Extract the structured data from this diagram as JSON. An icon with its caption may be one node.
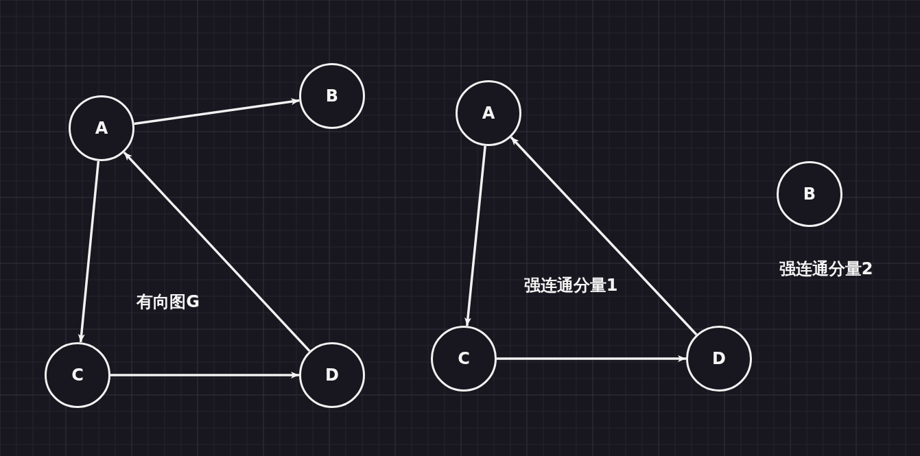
{
  "diagram": {
    "nodes": [
      {
        "text": [
          "A"
        ]
      },
      {
        "text": [
          "B"
        ]
      },
      {
        "text": [
          "C"
        ]
      },
      {
        "text": [
          "D"
        ]
      },
      {
        "text": [
          "A"
        ]
      },
      {
        "text": [
          "C"
        ]
      },
      {
        "text": [
          "D"
        ]
      },
      {
        "text": [
          "B"
        ]
      }
    ],
    "edges": [
      {
        "from": 0,
        "to": 1,
        "arrow": "to"
      },
      {
        "from": 0,
        "to": 2,
        "arrow": "to"
      },
      {
        "from": 2,
        "to": 3,
        "arrow": "to"
      },
      {
        "from": 3,
        "to": 0,
        "arrow": "to"
      },
      {
        "from": 4,
        "to": 5,
        "arrow": "to"
      },
      {
        "from": 5,
        "to": 6,
        "arrow": "to"
      },
      {
        "from": 6,
        "to": 4,
        "arrow": "to"
      }
    ],
    "labels": [
      "有向图G",
      "强连通分量1",
      "强连通分量2"
    ]
  }
}
